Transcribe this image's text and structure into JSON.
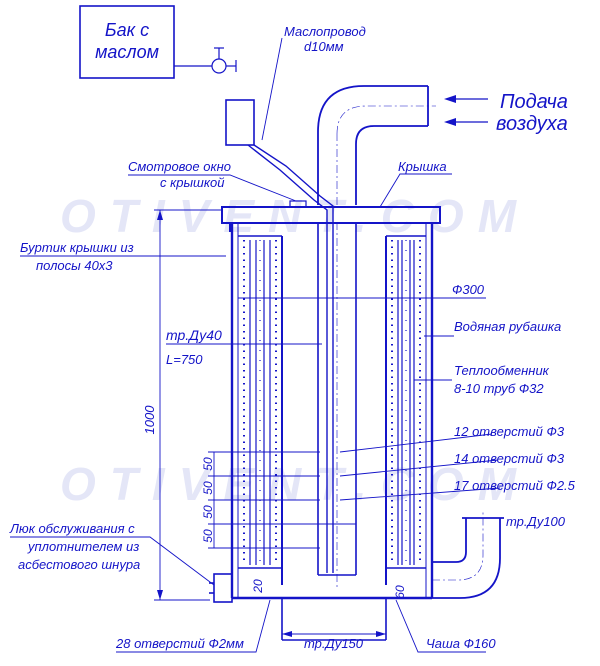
{
  "watermark": "OTIVENT.COM",
  "labels": {
    "oil_tank_line1": "Бак с",
    "oil_tank_line2": "маслом",
    "oil_pipe_line1": "Маслопровод",
    "oil_pipe_line2": "d10мм",
    "air_line1": "Подача",
    "air_line2": "воздуха",
    "window_line1": "Смотровое окно",
    "window_line2": "с крышкой",
    "lid": "Крышка",
    "rim_line1": "Буртик крышки из",
    "rim_line2": "полосы 40х3",
    "diameter": "Ф300",
    "pipe_du40": "тр.Ду40",
    "pipe_length": "L=750",
    "water_jacket": "Водяная рубашка",
    "heat_exchanger_line1": "Теплообменник",
    "heat_exchanger_line2": "8-10 труб Ф32",
    "height": "1000",
    "holes_12": "12 отверстий Ф3",
    "holes_14": "14 отверстий Ф3",
    "holes_17": "17 отверстий Ф2.5",
    "pipe_du100": "тр.Ду100",
    "hatch_line1": "Люк обслуживания с",
    "hatch_line2": "уплотнителем из",
    "hatch_line3": "асбестового шнура",
    "spacing_1": "50",
    "spacing_2": "50",
    "spacing_3": "50",
    "spacing_4": "50",
    "dim_20": "20",
    "dim_60": "60",
    "holes_28": "28 отверстий Ф2мм",
    "pipe_du150": "тр.Ду150",
    "bowl": "Чаша Ф160"
  }
}
